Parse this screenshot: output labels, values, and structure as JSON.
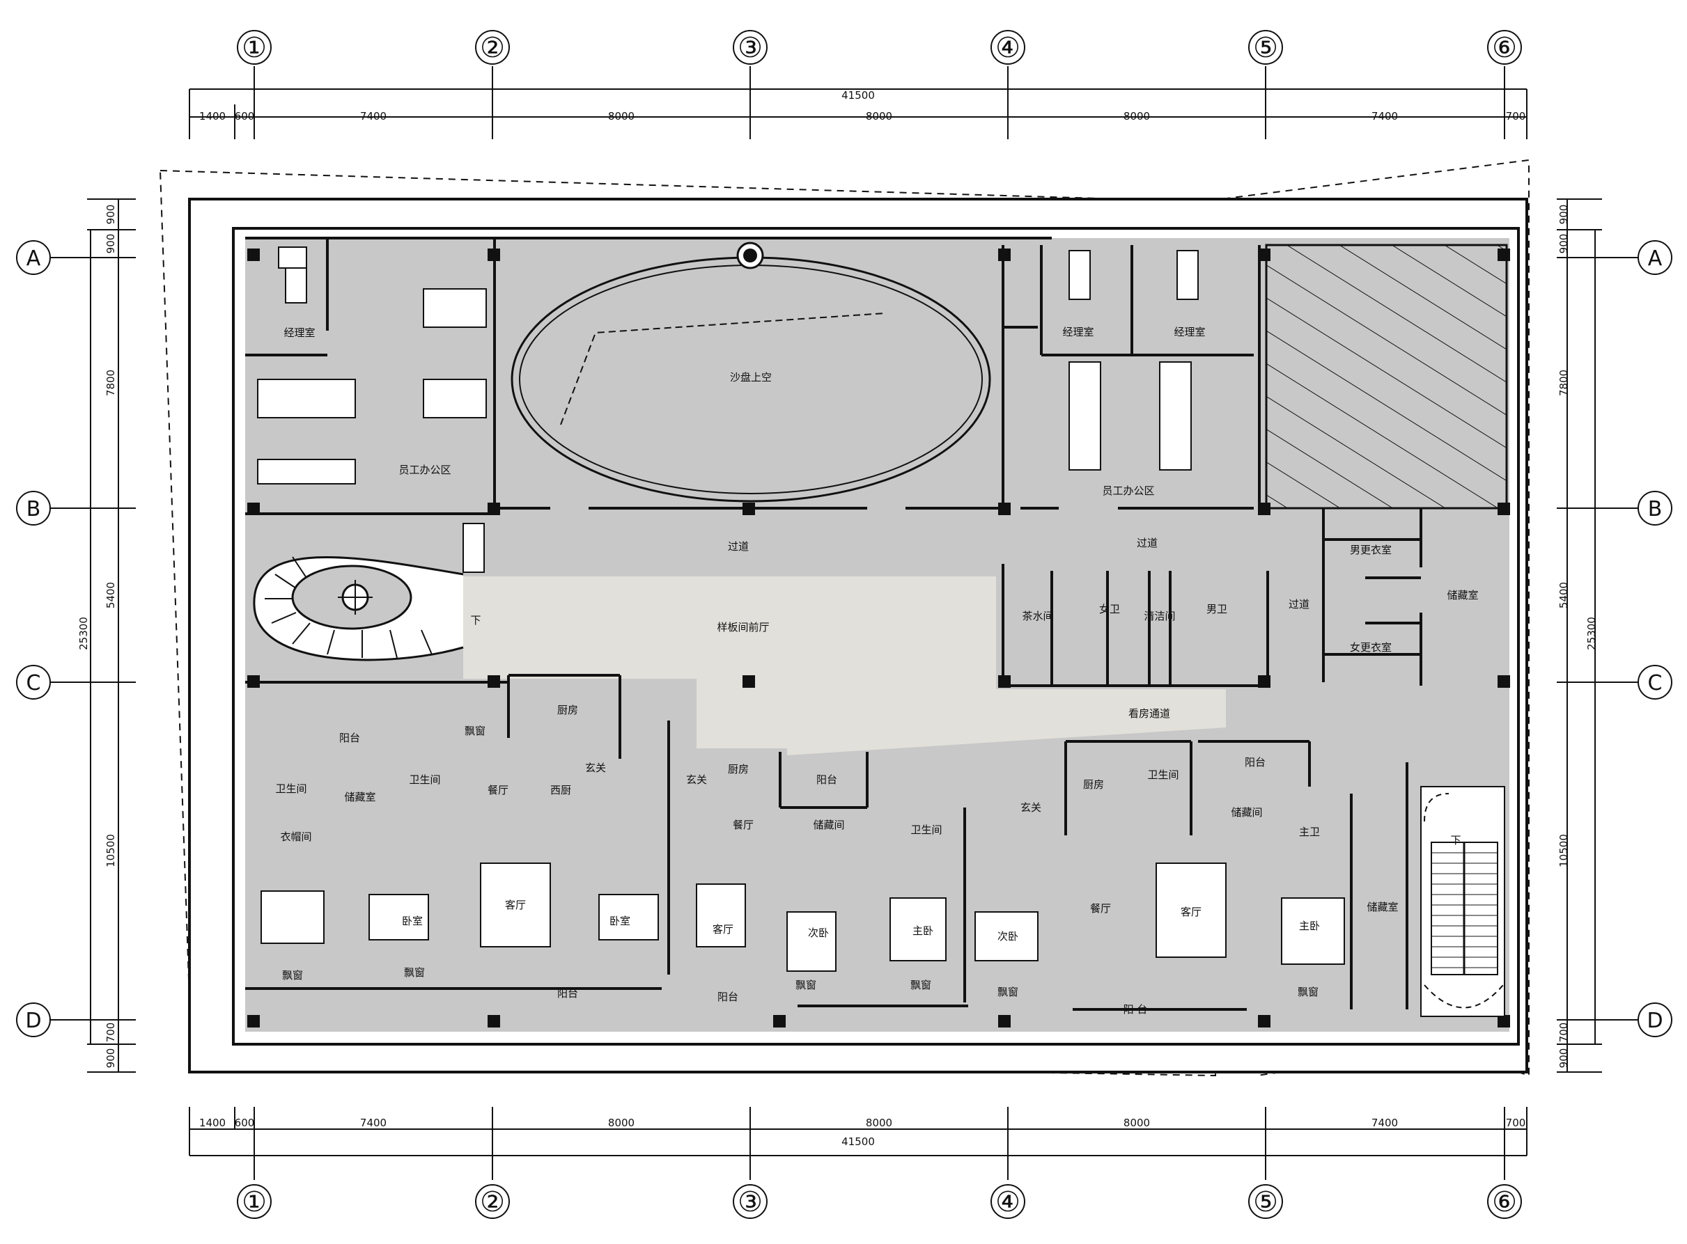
{
  "grid": {
    "columns": [
      "①",
      "②",
      "③",
      "④",
      "⑤",
      "⑥"
    ],
    "rows": [
      "A",
      "B",
      "C",
      "D"
    ]
  },
  "dimensions": {
    "total_width": "41500",
    "total_height": "25300",
    "segments_top": [
      "1400",
      "600",
      "7400",
      "8000",
      "8000",
      "8000",
      "7400",
      "700"
    ],
    "segments_bottom": [
      "1400",
      "600",
      "7400",
      "8000",
      "8000",
      "8000",
      "7400",
      "700"
    ],
    "segments_side": [
      "900",
      "900",
      "7800",
      "5400",
      "10500",
      "700",
      "900"
    ]
  },
  "rooms": {
    "manager_office": "经理室",
    "staff_office": "员工办公区",
    "sand_table_void": "沙盘上空",
    "corridor": "过道",
    "show_unit_lobby": "样板间前厅",
    "viewing_passage": "看房通道",
    "tea_room": "茶水间",
    "womens_toilet": "女卫",
    "mens_toilet": "男卫",
    "cleaning_room": "清洁间",
    "mens_changing": "男更衣室",
    "womens_changing": "女更衣室",
    "storage_room": "储藏室",
    "down": "下",
    "balcony": "阳台",
    "bay_window": "飘窗",
    "kitchen": "厨房",
    "bathroom": "卫生间",
    "cloakroom": "衣帽间",
    "dining_room": "餐厅",
    "western_kitchen": "西厨",
    "entrance": "玄关",
    "bedroom": "卧室",
    "living_room": "客厅",
    "second_bedroom": "次卧",
    "master_bedroom": "主卧",
    "master_bath": "主卫",
    "storage": "储藏间",
    "balcony_spaced": "阳 台"
  },
  "colors": {
    "floor": "#c8c8c8",
    "lobby": "#e2e0da",
    "wall": "#111111",
    "line": "#222222"
  }
}
